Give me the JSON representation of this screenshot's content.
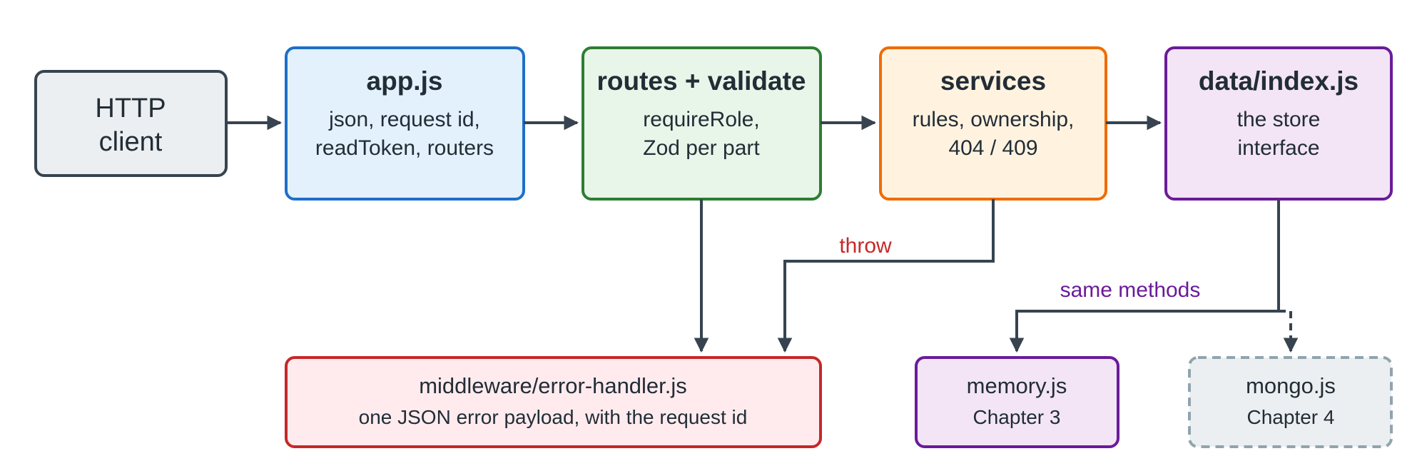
{
  "nodes": {
    "http_client": {
      "line1": "HTTP",
      "line2": "client"
    },
    "app_js": {
      "title": "app.js",
      "line1": "json, request id,",
      "line2": "readToken, routers"
    },
    "routes_validate": {
      "title": "routes + validate",
      "line1": "requireRole,",
      "line2": "Zod per part"
    },
    "services": {
      "title": "services",
      "line1": "rules, ownership,",
      "line2": "404 / 409"
    },
    "data_index": {
      "title": "data/index.js",
      "line1": "the store",
      "line2": "interface"
    },
    "error_handler": {
      "line1": "middleware/error-handler.js",
      "line2": "one JSON error payload, with the request id"
    },
    "memory_js": {
      "line1": "memory.js",
      "line2": "Chapter 3"
    },
    "mongo_js": {
      "line1": "mongo.js",
      "line2": "Chapter 4"
    }
  },
  "edge_labels": {
    "throw": "throw",
    "same_methods": "same methods"
  },
  "colors": {
    "neutral_fill": "#eceff1",
    "neutral_stroke": "#37444f",
    "blue_fill": "#e3f1fc",
    "blue_stroke": "#1e6fc8",
    "green_fill": "#e8f5e9",
    "green_stroke": "#2e7d32",
    "orange_fill": "#fff3e0",
    "orange_stroke": "#ef6c00",
    "purple_fill": "#f3e5f5",
    "purple_stroke": "#6a1b9a",
    "red_fill": "#ffebee",
    "red_stroke": "#c62828",
    "gray_fill": "#eceff1",
    "gray_stroke": "#90a4ae"
  }
}
